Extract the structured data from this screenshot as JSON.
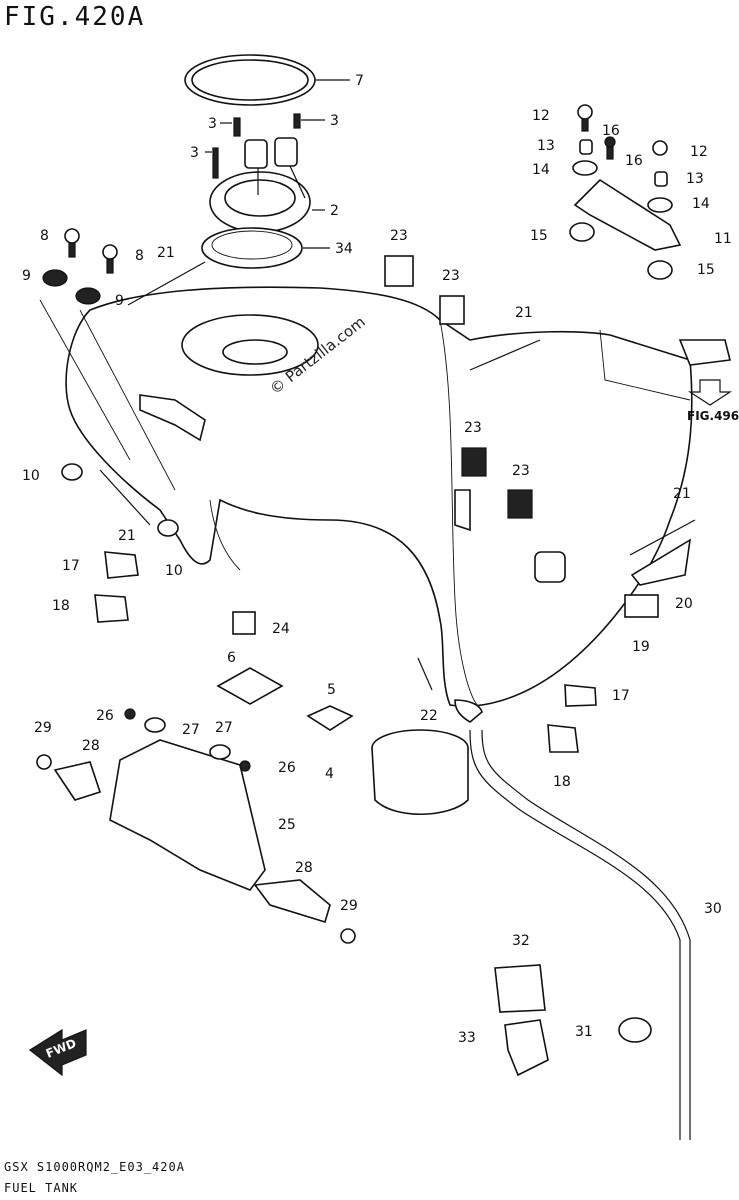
{
  "title": "FIG.420A",
  "model_code": "GSX S1000RQM2_E03_420A",
  "caption": "FUEL TANK",
  "watermark": "© Partzilla.com",
  "fig_ref": "FIG.496",
  "fwd_label": "FWD",
  "callouts": [
    "7",
    "3",
    "3",
    "3",
    "2",
    "34",
    "8",
    "8",
    "9",
    "9",
    "21",
    "21",
    "21",
    "21",
    "10",
    "10",
    "23",
    "23",
    "23",
    "23",
    "12",
    "12",
    "13",
    "13",
    "16",
    "16",
    "14",
    "14",
    "15",
    "15",
    "11",
    "17",
    "17",
    "18",
    "18",
    "24",
    "6",
    "5",
    "22",
    "4",
    "20",
    "19",
    "29",
    "29",
    "28",
    "28",
    "26",
    "26",
    "27",
    "27",
    "25",
    "30",
    "31",
    "32",
    "33"
  ]
}
